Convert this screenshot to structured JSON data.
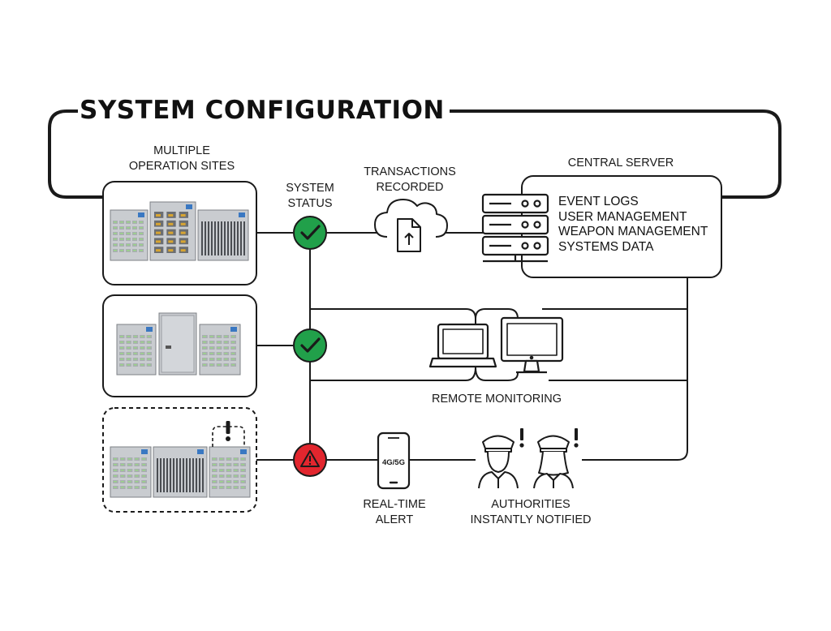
{
  "title": "SYSTEM CONFIGURATION",
  "labels": {
    "sites_1": "MULTIPLE",
    "sites_2": "OPERATION SITES",
    "status_1": "SYSTEM",
    "status_2": "STATUS",
    "tx_1": "TRANSACTIONS",
    "tx_2": "RECORDED",
    "server": "CENTRAL SERVER",
    "remote": "REMOTE MONITORING",
    "alert_1": "REAL-TIME",
    "alert_2": "ALERT",
    "auth_1": "AUTHORITIES",
    "auth_2": "INSTANTLY NOTIFIED",
    "phone_net": "4G/5G"
  },
  "server_items": [
    "EVENT LOGS",
    "USER MANAGEMENT",
    "WEAPON MANAGEMENT",
    "SYSTEMS DATA"
  ],
  "colors": {
    "ok": "#21a04a",
    "alert": "#e2262e",
    "line": "#1a1a1a",
    "cabinet": "#c9ccd0",
    "slot_light": "#9bd38a"
  },
  "icons": [
    "check-icon",
    "warning-triangle-icon",
    "cloud-upload-icon",
    "server-rack-icon",
    "laptop-icon",
    "desktop-monitor-icon",
    "smartphone-icon",
    "police-officer-icon",
    "exclamation-icon"
  ]
}
